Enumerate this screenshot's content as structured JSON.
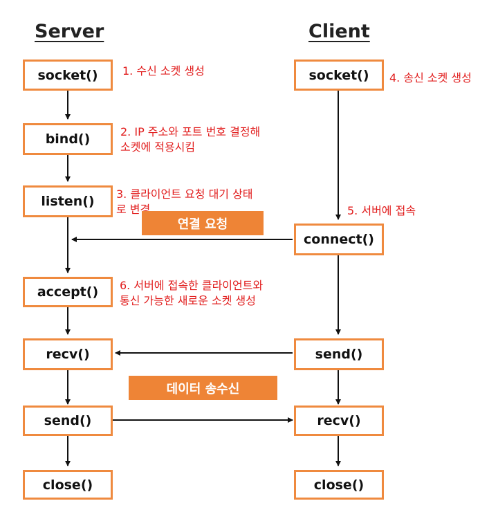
{
  "headers": {
    "server": "Server",
    "client": "Client"
  },
  "server": {
    "socket": "socket()",
    "bind": "bind()",
    "listen": "listen()",
    "accept": "accept()",
    "recv": "recv()",
    "send": "send()",
    "close": "close()"
  },
  "client": {
    "socket": "socket()",
    "connect": "connect()",
    "send": "send()",
    "recv": "recv()",
    "close": "close()"
  },
  "notes": {
    "n1": "1. 수신 소켓 생성",
    "n2_line1": "2. IP 주소와 포트 번호 결정해",
    "n2_line2": "소켓에 적용시킴",
    "n3_line1": "3. 클라이언트 요청 대기 상태",
    "n3_line2": "로 변경",
    "n4": "4. 송신 소켓 생성",
    "n5": "5. 서버에 접속",
    "n6_line1": "6. 서버에 접속한 클라이언트와",
    "n6_line2": "통신 가능한 새로운 소켓 생성"
  },
  "banners": {
    "connect_request": "연결 요청",
    "data_exchange": "데이터 송수신"
  },
  "colors": {
    "box_border": "#ef8a3f",
    "banner": "#ee8436",
    "note_text": "#e11d1d",
    "arrow": "#111111"
  }
}
